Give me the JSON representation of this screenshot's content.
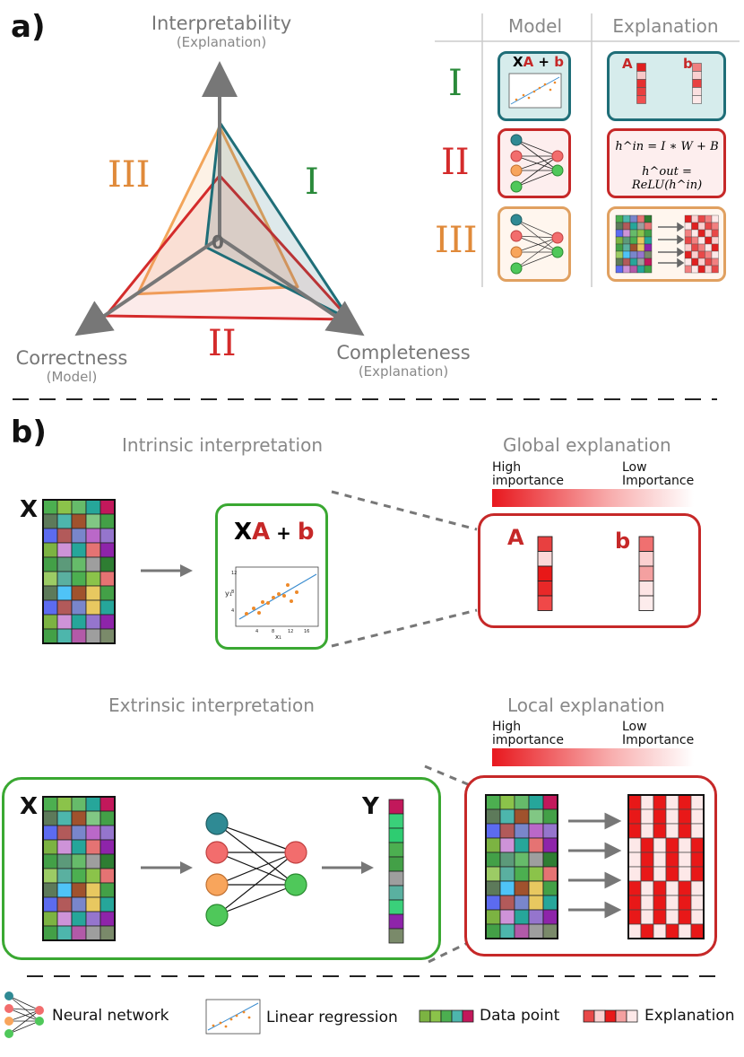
{
  "panel_a": {
    "letter": "a)",
    "radar": {
      "top_axis": {
        "label": "Interpretability",
        "sub": "(Explanation)"
      },
      "left_axis": {
        "label": "Correctness",
        "sub": "(Model)"
      },
      "right_axis": {
        "label": "Completeness",
        "sub": "(Explanation)"
      },
      "center_label": "0",
      "series": [
        {
          "name": "I",
          "interpretability": 0.78,
          "correctness": 0.12,
          "completeness": 1.0,
          "color": "#1f6e78"
        },
        {
          "name": "II",
          "interpretability": 0.42,
          "correctness": 1.0,
          "completeness": 1.0,
          "color": "#d42b2b"
        },
        {
          "name": "III",
          "interpretability": 0.75,
          "correctness": 0.72,
          "completeness": 0.6,
          "color": "#f2a55a"
        }
      ]
    },
    "table": {
      "headers": [
        "Model",
        "Explanation"
      ],
      "rows": [
        {
          "label": "I",
          "color": "#2a8a3a",
          "model_title_X": "X",
          "model_title_A": "A",
          "model_title_plus": " + ",
          "model_title_b": "b",
          "expl_A": "A",
          "expl_b": "b"
        },
        {
          "label": "II",
          "color": "#d42b2b",
          "eq1": "h^in = I ∗ W + B",
          "eq2": "h^out = ReLU(h^in)"
        },
        {
          "label": "III",
          "color": "#e08a3a"
        }
      ]
    }
  },
  "panel_b": {
    "letter": "b)",
    "intrinsic_title": "Intrinsic interpretation",
    "extrinsic_title": "Extrinsic interpretation",
    "global_title": "Global explanation",
    "local_title": "Local explanation",
    "high_label": "High importance",
    "low_label": "Low Importance",
    "X_label": "X",
    "Y_label": "Y",
    "formula_X": "X",
    "formula_A": "A",
    "formula_plus": " + ",
    "formula_b": "b",
    "global_A": "A",
    "global_b": "b",
    "plot_ylabel": "y₁",
    "plot_xlabel": "x₁",
    "plot_yticks": [
      "12",
      "8",
      "4"
    ],
    "plot_xticks": [
      "4",
      "8",
      "12",
      "16"
    ]
  },
  "legend": {
    "neural_network": "Neural network",
    "linear_regression": "Linear regression",
    "data_point": "Data point",
    "explanation": "Explanation"
  },
  "colors": {
    "green_border": "#3aa832",
    "red_border": "#c62828",
    "teal_border": "#1f6e78",
    "orange_border": "#e0a060",
    "teal_fill": "#d6ecec",
    "red_fill": "#fdeeee",
    "orange_fill": "#fff6ee"
  }
}
